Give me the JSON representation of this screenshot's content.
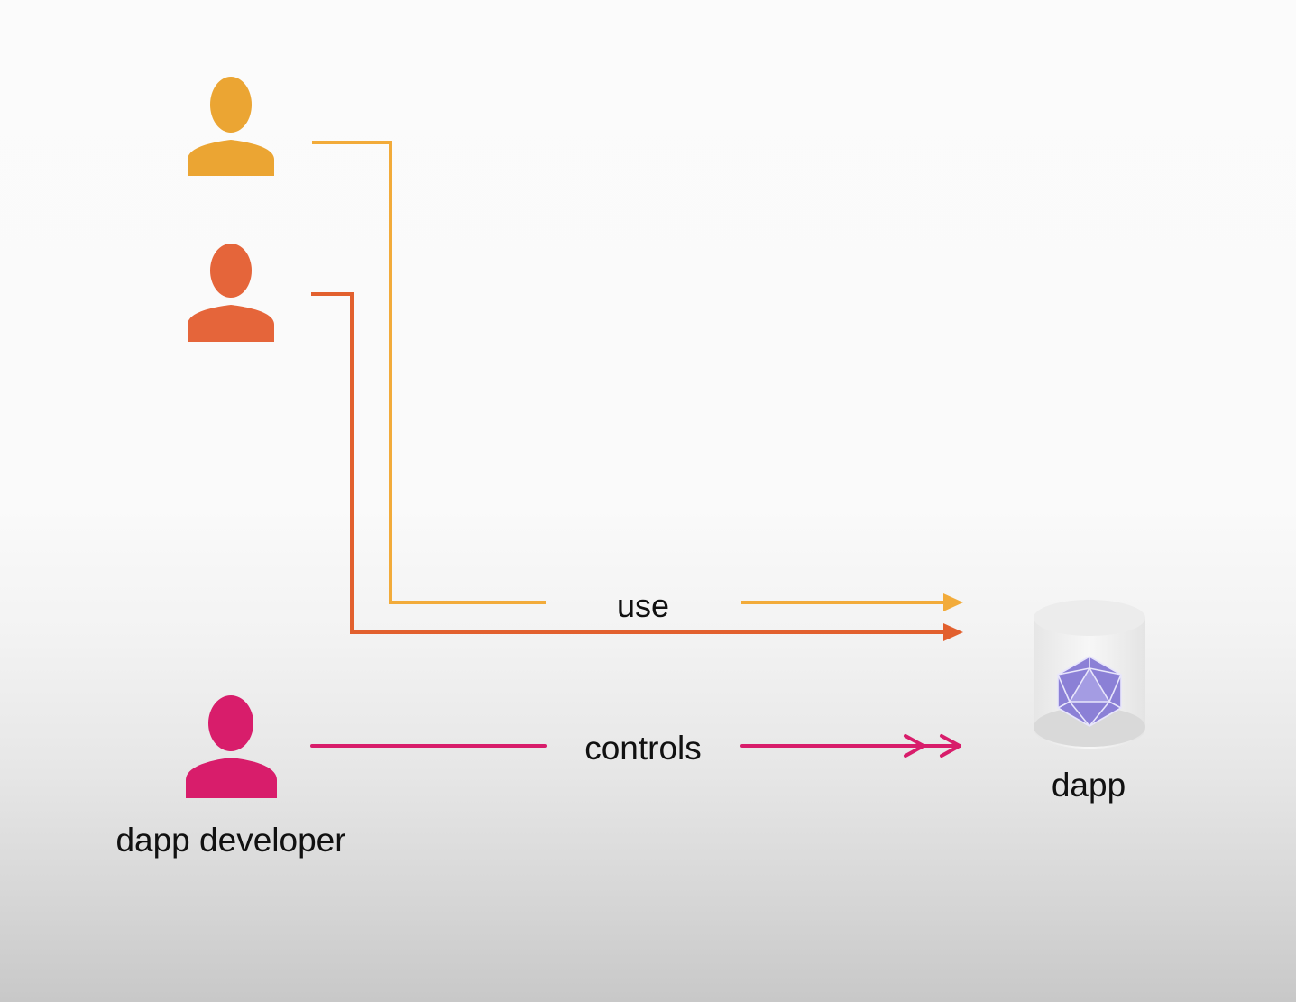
{
  "labels": {
    "use": "use",
    "controls": "controls",
    "dapp_developer": "dapp developer",
    "dapp": "dapp"
  },
  "colors": {
    "user_1": "#eba533",
    "user_2": "#e5653a",
    "developer": "#d81d6b",
    "use_line_1": "#f2ab3a",
    "use_line_2": "#e2602e",
    "controls_line": "#d81d6b",
    "dapp_icon": "#8b80d6"
  },
  "icons": {
    "user": "person-icon",
    "dapp": "database-cylinder-icon",
    "dapp_emblem": "icosahedron-icon"
  }
}
